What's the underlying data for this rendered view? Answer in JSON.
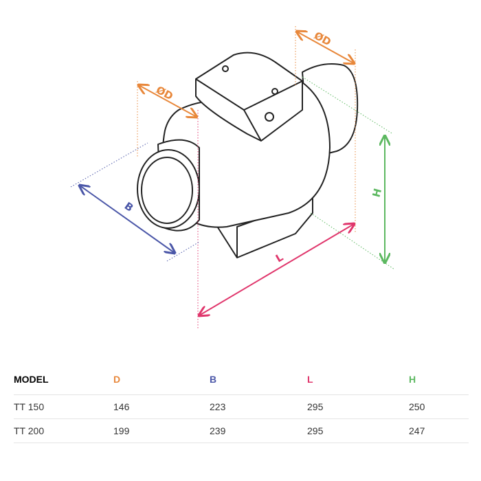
{
  "diagram": {
    "labels": {
      "diam_left": "ØD",
      "diam_right": "ØD",
      "B": "B",
      "L": "L",
      "H": "H"
    }
  },
  "colors": {
    "D": "#e8873a",
    "B": "#4b57a8",
    "L": "#e0366c",
    "H": "#5cb860"
  },
  "table": {
    "headers": [
      "MODEL",
      "D",
      "B",
      "L",
      "H"
    ],
    "rows": [
      [
        "TT 150",
        "146",
        "223",
        "295",
        "250"
      ],
      [
        "TT 200",
        "199",
        "239",
        "295",
        "247"
      ]
    ]
  }
}
